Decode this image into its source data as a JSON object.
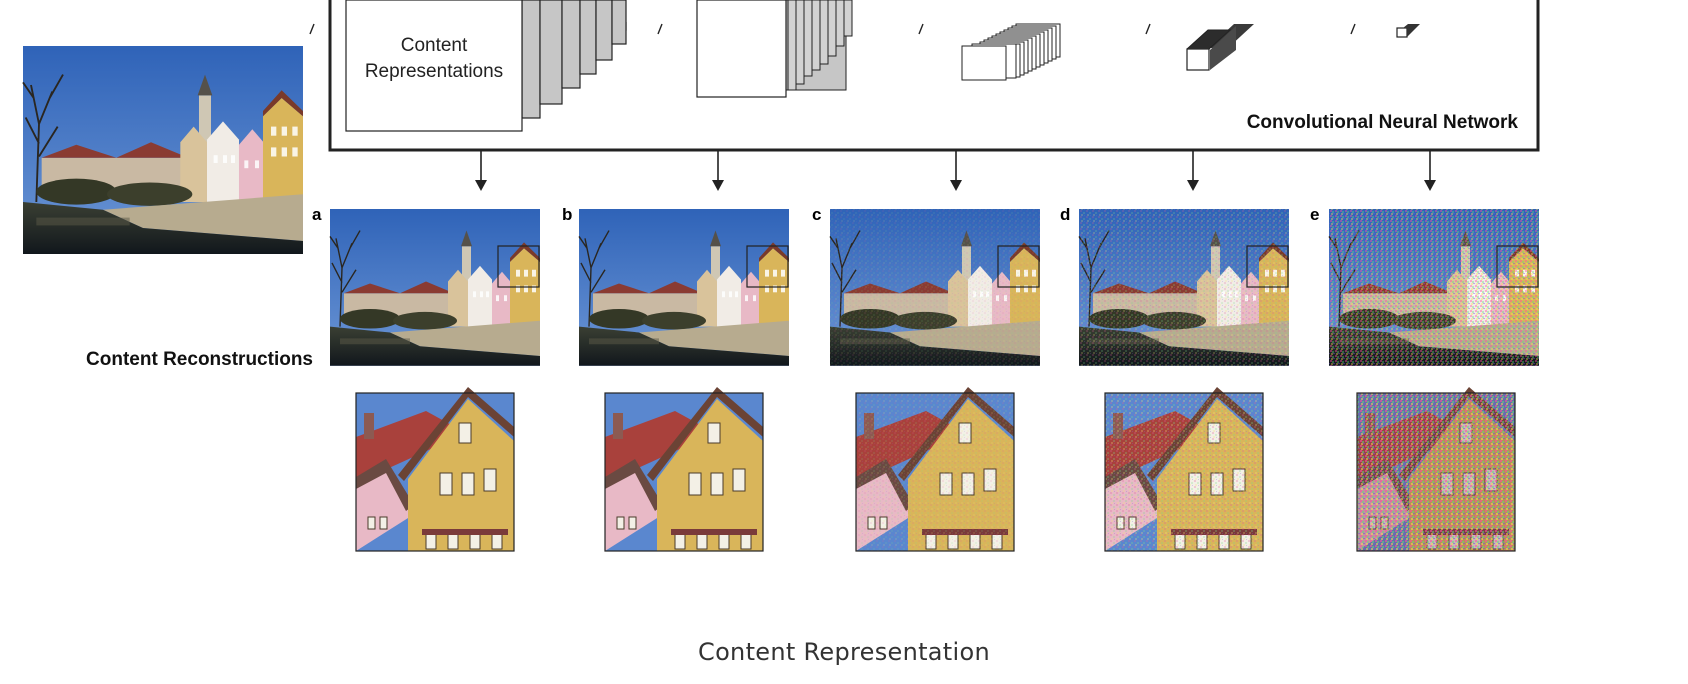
{
  "cnn": {
    "box_title": "Convolutional Neural Network",
    "layer_label_line1": "Content",
    "layer_label_line2": "Representations"
  },
  "content_reconstructions_label": "Content Reconstructions",
  "panels": [
    {
      "letter": "a"
    },
    {
      "letter": "b"
    },
    {
      "letter": "c"
    },
    {
      "letter": "d"
    },
    {
      "letter": "e"
    }
  ],
  "caption": "Content Representation",
  "colors": {
    "sky": "#3d72c4",
    "facade_yellow": "#d9b55a",
    "facade_pink": "#e8b9c6",
    "roof_red": "#a9413c",
    "water": "#1d2a30",
    "frame": "#222222"
  }
}
